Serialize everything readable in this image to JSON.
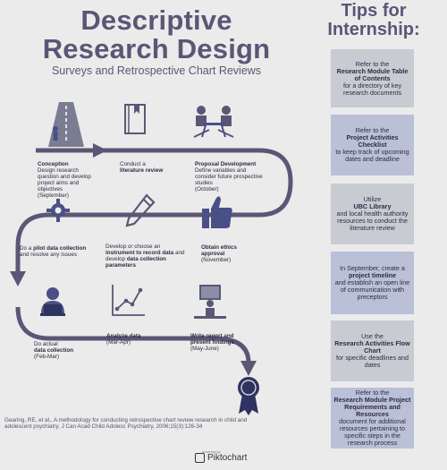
{
  "header": {
    "title_line1": "Descriptive",
    "title_line2": "Research Design",
    "subtitle": "Surveys and Retrospective Chart Reviews"
  },
  "tips": {
    "title_line1": "Tips for",
    "title_line2": "Internship:",
    "items": [
      {
        "pre": "Refer to the",
        "bold": "Research Module Table of Contents",
        "post": "for a directory of key research documents"
      },
      {
        "pre": "Refer to the",
        "bold": "Project Activities Checklist",
        "post": "to keep track of upcoming dates and deadline"
      },
      {
        "pre": "Utilize",
        "bold": "UBC Library",
        "post": "and local health authority resources to conduct the literature review"
      },
      {
        "pre": "In September, create a",
        "bold": "project timeline",
        "post": "and establish an open line of communication with preceptors"
      },
      {
        "pre": "Use the",
        "bold": "Research Activities Flow Chart",
        "post": "for specific deadlines and dates"
      },
      {
        "pre": "Refer to the",
        "bold": "Research Module Project Requirements and Resources",
        "post": "document for additional resources pertaining to specific steps in the research process"
      }
    ]
  },
  "steps": {
    "conception": {
      "title": "Conception",
      "text": "Design research question and develop project aims and objectives",
      "date": "(September)"
    },
    "literature": {
      "pre": "Conduct a",
      "bold": "literature review"
    },
    "proposal": {
      "title": "Proposal Development",
      "text": "Define variables and consider future prospective studies",
      "date": "(October)"
    },
    "pilot": {
      "pre": "Do a",
      "bold1": "pilot data collection",
      "post": "and resolve any issues"
    },
    "instrument": {
      "pre": "Develop or choose an",
      "bold1": "instrument to record data",
      "mid": "and develop",
      "bold2": "data collection parameters"
    },
    "ethics": {
      "title": "Obtain ethics approval",
      "date": "(November)"
    },
    "collection": {
      "pre": "Do actual",
      "bold": "data collection",
      "date": "(Feb-Mar)"
    },
    "analyze": {
      "title": "Analyze data",
      "date": "(Mar-Apr)"
    },
    "write": {
      "title": "Write report and present findings",
      "date": "(May-June)"
    }
  },
  "citation": "Gearing, RE, et al., A methodology for conducting retrospective chart review research in child and adolescent psychiatry, J Can Acad Child Adolesc Psychiatry, 2006;15(3):126-34",
  "brand": {
    "name": "Piktochart",
    "powered": "powered by"
  },
  "colors": {
    "path": "#5b5676",
    "accent": "#4a4f86",
    "tip_blue": "#b9c0d8",
    "tip_grey": "#c9cbd2"
  }
}
